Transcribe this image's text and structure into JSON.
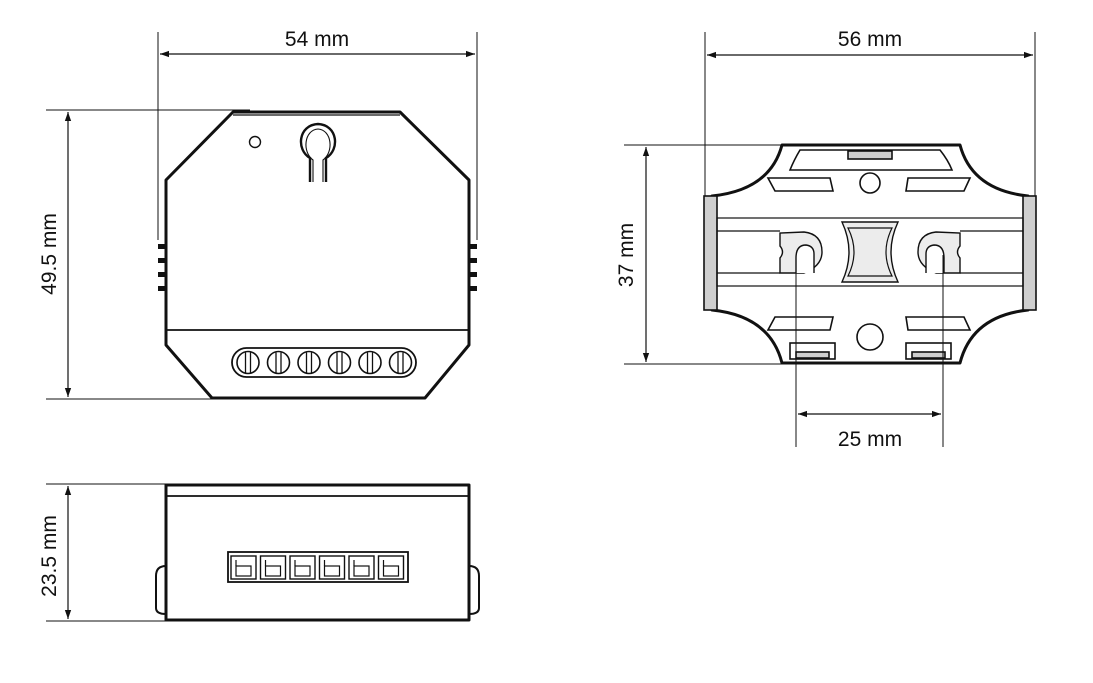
{
  "drawing": {
    "front_view": {
      "width_label": "54 mm",
      "height_label": "49.5 mm",
      "terminal_count": 6
    },
    "rear_view": {
      "width_label": "56 mm",
      "height_label": "37 mm",
      "hole_spacing_label": "25 mm"
    },
    "side_view": {
      "depth_label": "23.5 mm",
      "terminal_count": 6
    }
  }
}
